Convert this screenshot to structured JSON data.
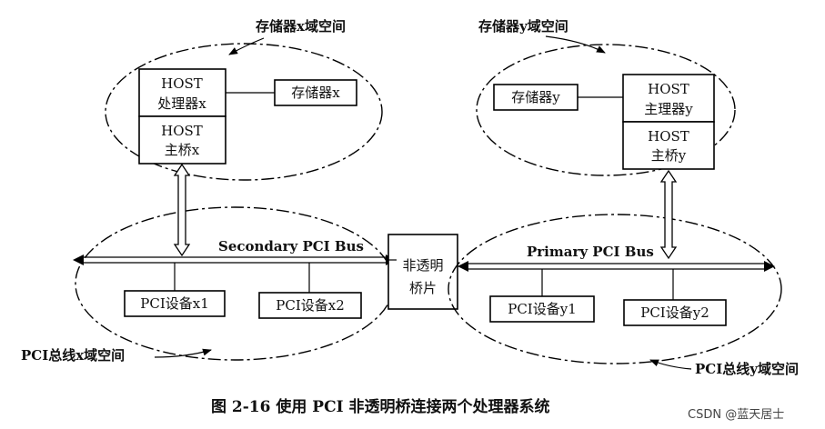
{
  "domain_x": {
    "space_label": "存储器x域空间",
    "host_processor": [
      "HOST",
      "处理器x"
    ],
    "host_bridge": [
      "HOST",
      "主桥x"
    ],
    "memory": "存储器x"
  },
  "domain_y": {
    "space_label": "存储器y域空间",
    "host_processor": [
      "HOST",
      "主理器y"
    ],
    "host_bridge": [
      "HOST",
      "主桥y"
    ],
    "memory": "存储器y"
  },
  "secondary_bus": {
    "label": "Secondary PCI Bus",
    "device1": "PCI设备x1",
    "device2": "PCI设备x2",
    "space_label": "PCI总线x域空间"
  },
  "primary_bus": {
    "label": "Primary PCI Bus",
    "device1": "PCI设备y1",
    "device2": "PCI设备y2",
    "space_label": "PCI总线y域空间"
  },
  "bridge": [
    "非透明",
    "桥片"
  ],
  "caption": "图 2-16    使用 PCI 非透明桥连接两个处理器系统",
  "watermark": "CSDN @蓝天居士"
}
